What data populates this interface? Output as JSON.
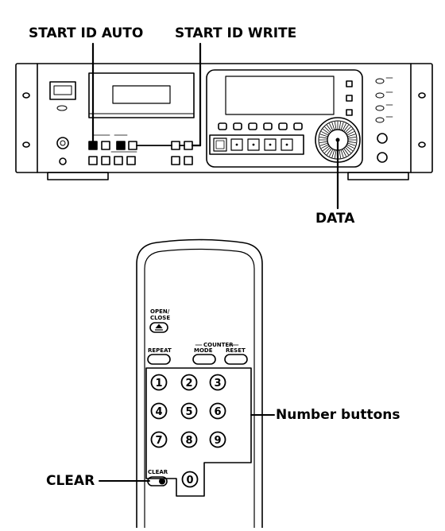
{
  "callouts": {
    "start_id_auto": "START ID AUTO",
    "start_id_write": "START ID WRITE",
    "data": "DATA",
    "number_buttons": "Number buttons",
    "clear": "CLEAR"
  },
  "remote": {
    "open_close_line1": "OPEN/",
    "open_close_line2": "CLOSE",
    "repeat": "REPEAT",
    "counter": "COUNTER",
    "mode": "MODE",
    "reset": "RESET",
    "clear": "CLEAR",
    "numbers": [
      "1",
      "2",
      "3",
      "4",
      "5",
      "6",
      "7",
      "8",
      "9",
      "0"
    ]
  },
  "icons": {
    "eject": "eject-icon"
  },
  "colors": {
    "ink": "#000000",
    "paper": "#ffffff"
  }
}
